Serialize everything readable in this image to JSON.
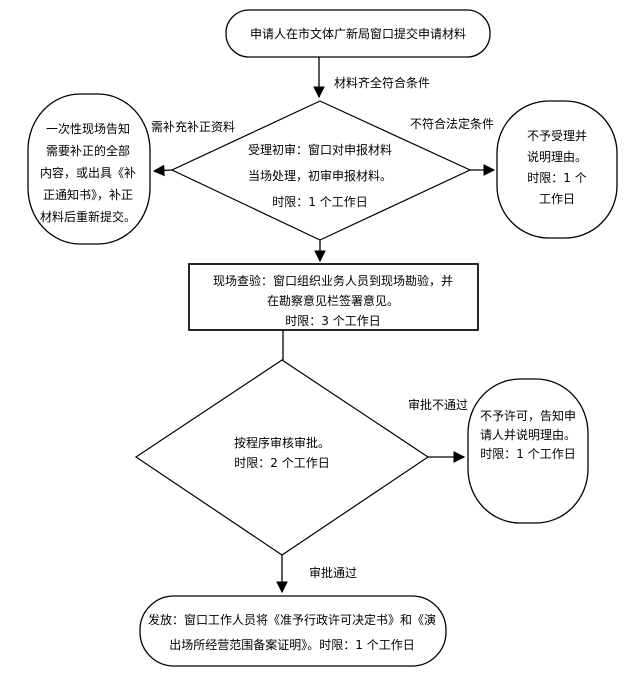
{
  "colors": {
    "background": "#ffffff",
    "line": "#000000",
    "text": "#000000"
  },
  "nodes": {
    "start": "申请人在市文体广新局窗口提交申请材料",
    "supplement": "一次性现场告知\n需要补正的全部\n内容，或出具《补\n正通知书》，补正\n材料后重新提交。",
    "initial_review": "受理初审：窗口对申报材料\n当场处理，初审申报材料。\n时限：1 个工作日",
    "reject": "不予受理并\n说明理由。\n时限：1 个\n工作日",
    "site_inspection": "现场查验：窗口组织业务人员到现场勘验，并\n在勘察意见栏签署意见。\n时限：3 个工作日",
    "review_approval": "按程序审核审批。\n时限：2 个工作日",
    "deny": "不予许可，告知申\n请人并说明理由。\n时限：1 个工作日",
    "issue": "发放：窗口工作人员将《准予行政许可决定书》和《演\n出场所经营范围备案证明》。时限：1 个工作日"
  },
  "edge_labels": {
    "materials_complete": "材料齐全符合条件",
    "need_supplement": "需补充补正资料",
    "not_statutory": "不符合法定条件",
    "approval_failed": "审批不通过",
    "approval_passed": "审批通过"
  }
}
